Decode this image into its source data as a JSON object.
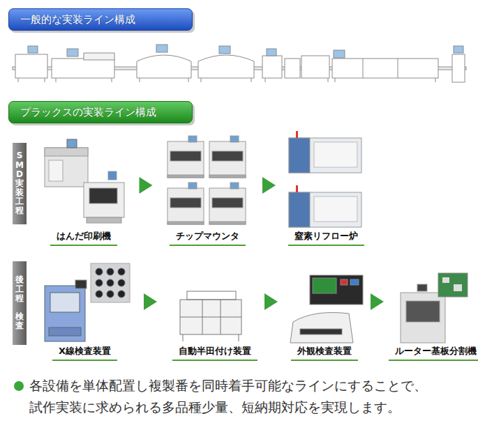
{
  "diagram": {
    "nodes": [
      {
        "text": [
          "一般的な実装ライン構成"
        ]
      },
      {
        "text": [
          "プラックスの実装ライン構成"
        ]
      },
      {
        "text": [
          "SMD実装工程"
        ]
      },
      {
        "text": [
          "はんだ印刷機"
        ]
      },
      {
        "text": [
          "チップマウンタ"
        ]
      },
      {
        "text": [
          "窒素リフロー炉"
        ]
      },
      {
        "text": [
          "後工程 検査"
        ]
      },
      {
        "text": [
          "X線検査装置"
        ]
      },
      {
        "text": [
          "自動半田付け装置"
        ]
      },
      {
        "text": [
          "外観検査装置"
        ]
      },
      {
        "text": [
          "ルーター基板分割機"
        ]
      }
    ],
    "edges": [
      {
        "from": 3,
        "to": 4,
        "arrow": "to"
      },
      {
        "from": 4,
        "to": 5,
        "arrow": "to"
      },
      {
        "from": 7,
        "to": 8,
        "arrow": "to"
      },
      {
        "from": 8,
        "to": 9,
        "arrow": "to"
      },
      {
        "from": 9,
        "to": 10,
        "arrow": "to"
      }
    ],
    "labels": [
      "各設備を単体配置し複製番を同時着手可能なラインにすることで、 試作実装に求められる多品種少量、短納期対応を実現します。"
    ]
  }
}
